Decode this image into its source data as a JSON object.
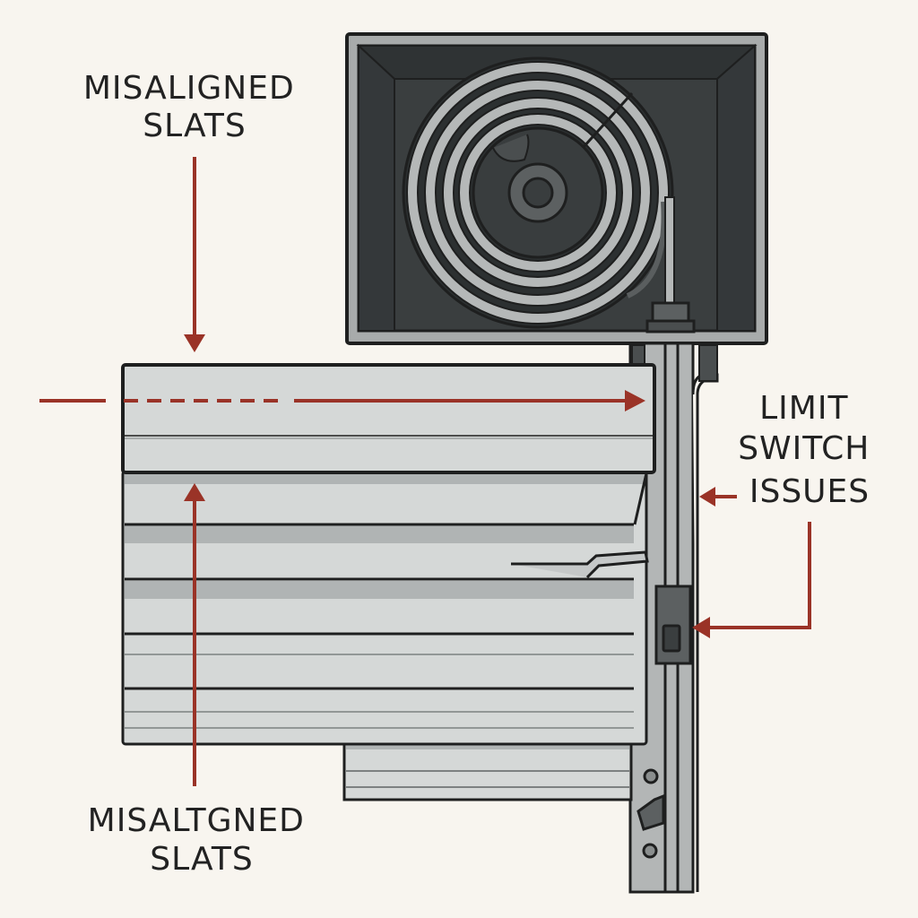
{
  "diagram": {
    "title": "Roller shutter troubleshooting diagram",
    "labels": {
      "top_left": [
        "MISALIGNED",
        "SLATS"
      ],
      "bottom_left": [
        "MISALTGNED",
        "SLATS"
      ],
      "right": [
        "LIMIT",
        "SWITCH",
        "ISSUES"
      ]
    },
    "components": [
      "roller-box",
      "coiled-shutter-curtain",
      "axle",
      "shutter-slats",
      "guide-rail",
      "limit-switch"
    ],
    "colors": {
      "background": "#f8f5ef",
      "arrow": "#9a3327",
      "outline": "#1e1f1f",
      "box_frame": "#a8abab",
      "box_inner": "#3a3e3f",
      "slat": "#d5d8d7",
      "slat_shadow": "#b0b4b4",
      "rail": "#b3b6b6"
    }
  }
}
